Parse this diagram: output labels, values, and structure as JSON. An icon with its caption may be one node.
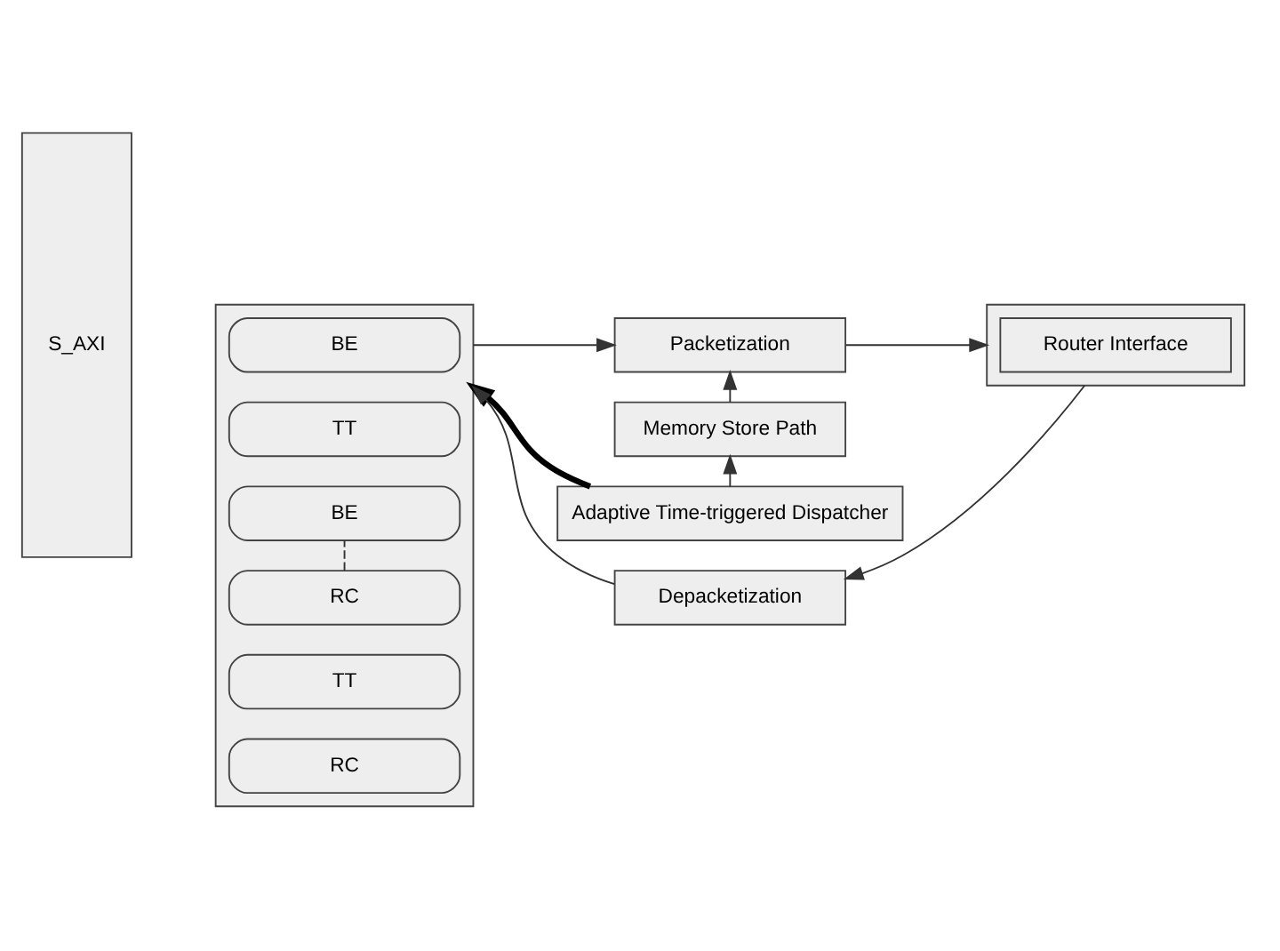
{
  "diagram": {
    "nodes": [
      {
        "text": [
          "S_AXI"
        ]
      },
      {
        "text": [],
        "shape": "box"
      },
      {
        "text": [
          "BE"
        ],
        "in": 1
      },
      {
        "text": [
          "TT"
        ],
        "in": 1
      },
      {
        "text": [
          "RC"
        ],
        "in": 1
      },
      {
        "text": [
          "BE"
        ],
        "in": 1
      },
      {
        "text": [
          "TT"
        ],
        "in": 1
      },
      {
        "text": [
          "RC"
        ],
        "in": 1
      },
      {
        "text": [
          "Packetization"
        ]
      },
      {
        "text": [
          "Memory Store Path"
        ]
      },
      {
        "text": [
          "Adaptive Time-triggered Dispatcher"
        ]
      },
      {
        "text": [
          "Depacketization"
        ]
      },
      {
        "text": [],
        "shape": "box"
      },
      {
        "text": [
          "Router Interface"
        ],
        "in": 12
      }
    ],
    "edges": [
      {
        "from": 1,
        "to": 8,
        "arrow": "to"
      },
      {
        "from": 8,
        "to": 12,
        "arrow": "to"
      },
      {
        "from": 9,
        "to": 8,
        "arrow": "to"
      },
      {
        "from": 10,
        "to": 9,
        "arrow": "to"
      },
      {
        "from": 10,
        "to": 1,
        "arrow": "to",
        "style": "thick",
        "color": "#000000"
      },
      {
        "from": 12,
        "to": 11,
        "arrow": "to"
      },
      {
        "from": 11,
        "to": 1,
        "arrow": "to"
      },
      {
        "from": 4,
        "to": 5,
        "arrow": "none",
        "style": "dashed"
      }
    ]
  }
}
